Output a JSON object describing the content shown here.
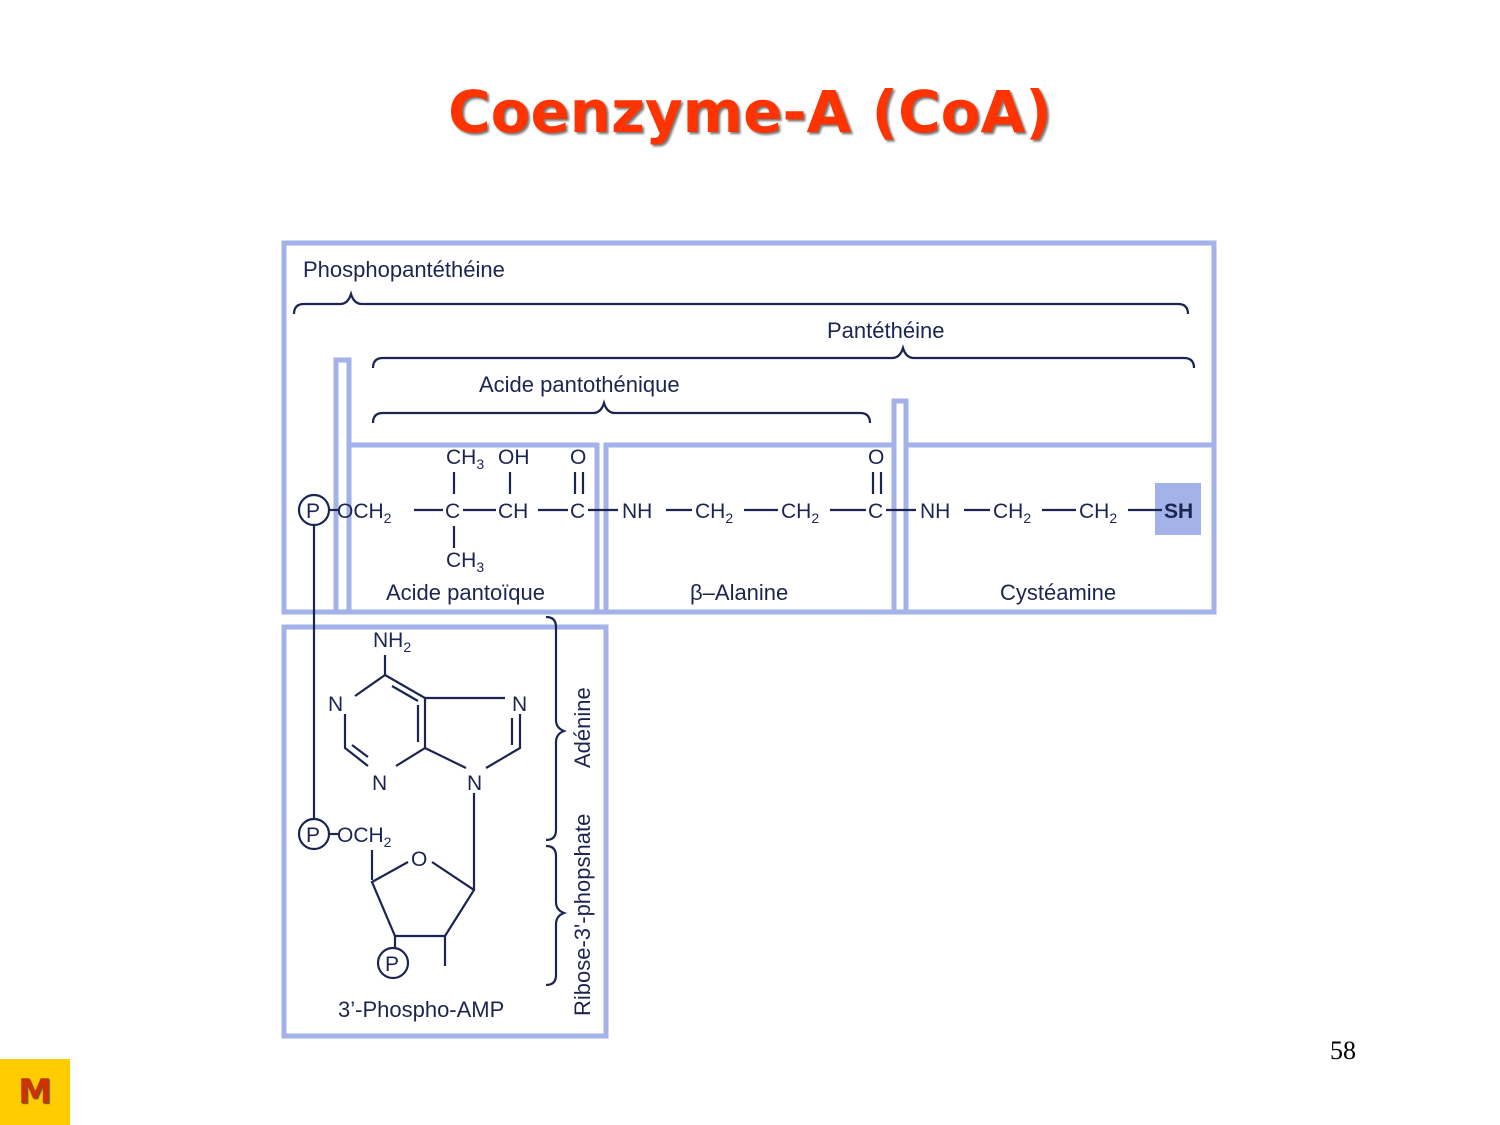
{
  "slide": {
    "title": "Coenzyme-A (CoA)",
    "page_number": "58",
    "logo_letter": "M"
  },
  "diagram": {
    "sections": {
      "phosphopantetheine": "Phosphopantéthéine",
      "pantetheine": "Pantéthéine",
      "pantothenic_acid": "Acide pantothénique",
      "pantoic_acid": "Acide pantoïque",
      "beta_alanine": "β–Alanine",
      "cysteamine": "Cystéamine",
      "adenine": "Adénine",
      "ribose_phosphate": "Ribose-3'-phopshate",
      "phospho_amp": "3’-Phospho-AMP"
    },
    "atoms": {
      "p": "P",
      "o": "O",
      "och2": "OCH",
      "c": "C",
      "ch": "CH",
      "ch3": "CH",
      "oh": "OH",
      "nh": "NH",
      "ch2": "CH",
      "sh": "SH",
      "nh2": "NH",
      "n": "N",
      "sub2": "2",
      "sub3": "3"
    },
    "colors": {
      "box": "#a3b2e8",
      "ink": "#1c2550",
      "sh_highlight": "#a3b2e8",
      "title": "#ff3300",
      "logo": "#ffcc00"
    }
  }
}
